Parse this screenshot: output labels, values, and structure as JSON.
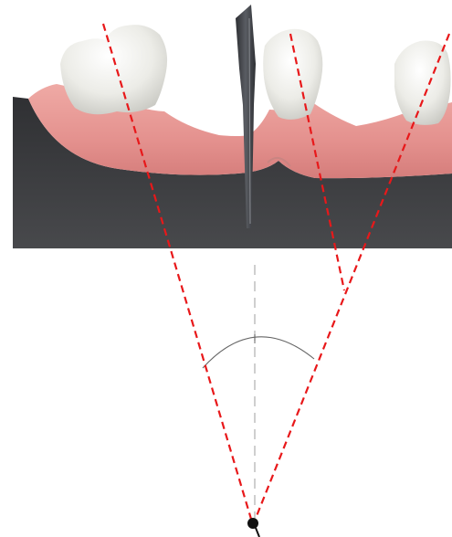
{
  "figure": {
    "colors": {
      "background": "#ffffff",
      "jaw_dark": "#3a3b3e",
      "gum": "#e79a97",
      "tooth": "#eeeeea",
      "sectioning_disc": "#45484d",
      "guide_line_red": "#e8181a",
      "axis_line_gray": "#b5b5b5",
      "angle_arc": "#666666",
      "focal_point": "#111111"
    },
    "components": [
      "jaw-model",
      "sectioning-disc",
      "left-guide-line",
      "right-guide-line",
      "center-axis-line",
      "angle-arc",
      "convergence-point"
    ]
  }
}
